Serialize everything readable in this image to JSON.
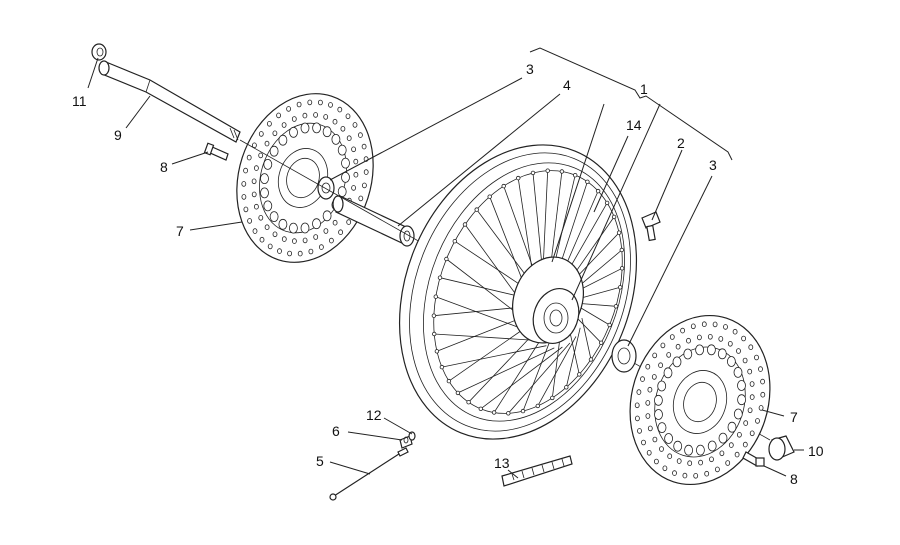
{
  "labels": {
    "l1": "1",
    "l2": "2",
    "l3a": "3",
    "l3b": "3",
    "l4": "4",
    "l5": "5",
    "l6": "6",
    "l7a": "7",
    "l7b": "7",
    "l8a": "8",
    "l8b": "8",
    "l9": "9",
    "l10": "10",
    "l11": "11",
    "l12": "12",
    "l13": "13",
    "l14": "14"
  }
}
